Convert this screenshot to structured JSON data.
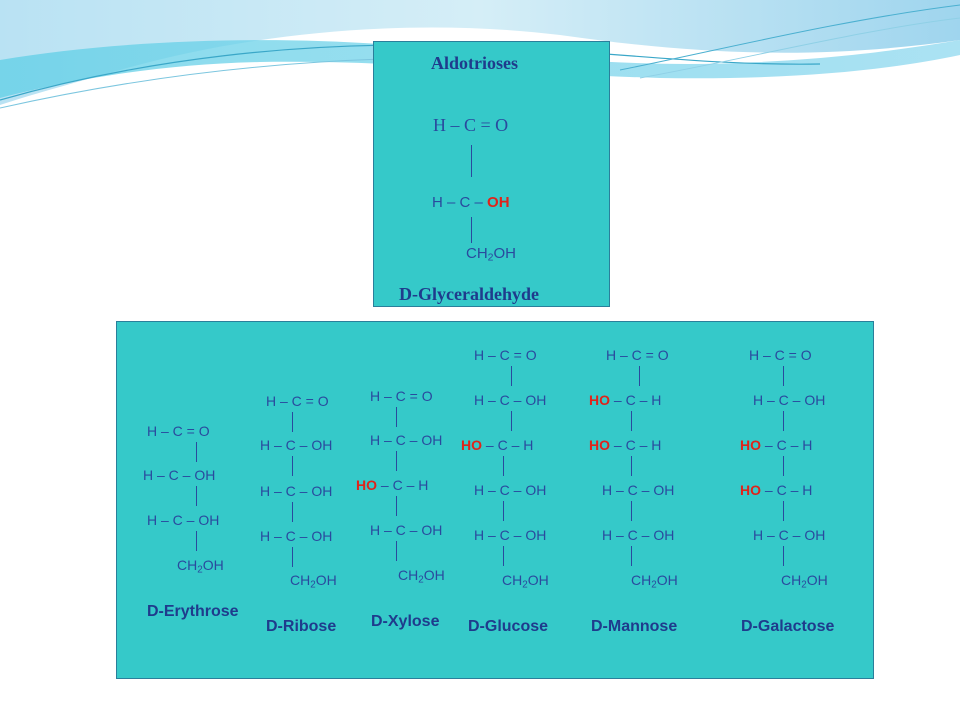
{
  "header": {
    "title": "Aldotrioses"
  },
  "glyceraldehyde": {
    "line1": "H – C = O",
    "line2_prefix": "H – C – ",
    "line2_oh": "OH",
    "ch2_pre": "CH",
    "ch2_sub": "2",
    "ch2_post": "OH",
    "name": "D-Glyceraldehyde"
  },
  "structures": [
    {
      "name": "D-Erythrose",
      "rows": [
        "H – C = O",
        "H – C – OH",
        "H – C – OH"
      ],
      "ch": [
        "CH",
        "2",
        "OH"
      ]
    },
    {
      "name": "D-Ribose",
      "rows": [
        "H – C = O",
        "H – C – OH",
        "H – C – OH",
        "H – C – OH"
      ],
      "ch": [
        "CH",
        "2",
        "OH"
      ]
    },
    {
      "name": "D-Xylose",
      "rows": [
        "H – C = O",
        "H – C – OH",
        "HO",
        " – C – H",
        "H – C – OH"
      ],
      "ch": [
        "CH",
        "2",
        "OH"
      ]
    },
    {
      "name": "D-Glucose",
      "rows": [
        "H – C = O",
        "H – C – OH",
        "HO",
        " – C – H",
        "H – C – OH",
        "H – C – OH"
      ],
      "ch": [
        "CH",
        "2",
        "OH"
      ]
    },
    {
      "name": "D-Mannose",
      "rows": [
        "H – C = O",
        "HO",
        " – C – H",
        "HO",
        " – C – H",
        "H – C – OH",
        "H – C – OH"
      ],
      "ch": [
        "CH",
        "2",
        "OH"
      ]
    },
    {
      "name": "D-Galactose",
      "rows": [
        "H – C = O",
        "H – C – OH",
        "HO",
        " – C – H",
        "HO",
        " – C – H",
        "H – C – OH"
      ],
      "ch": [
        "CH",
        "2",
        "OH"
      ]
    }
  ]
}
